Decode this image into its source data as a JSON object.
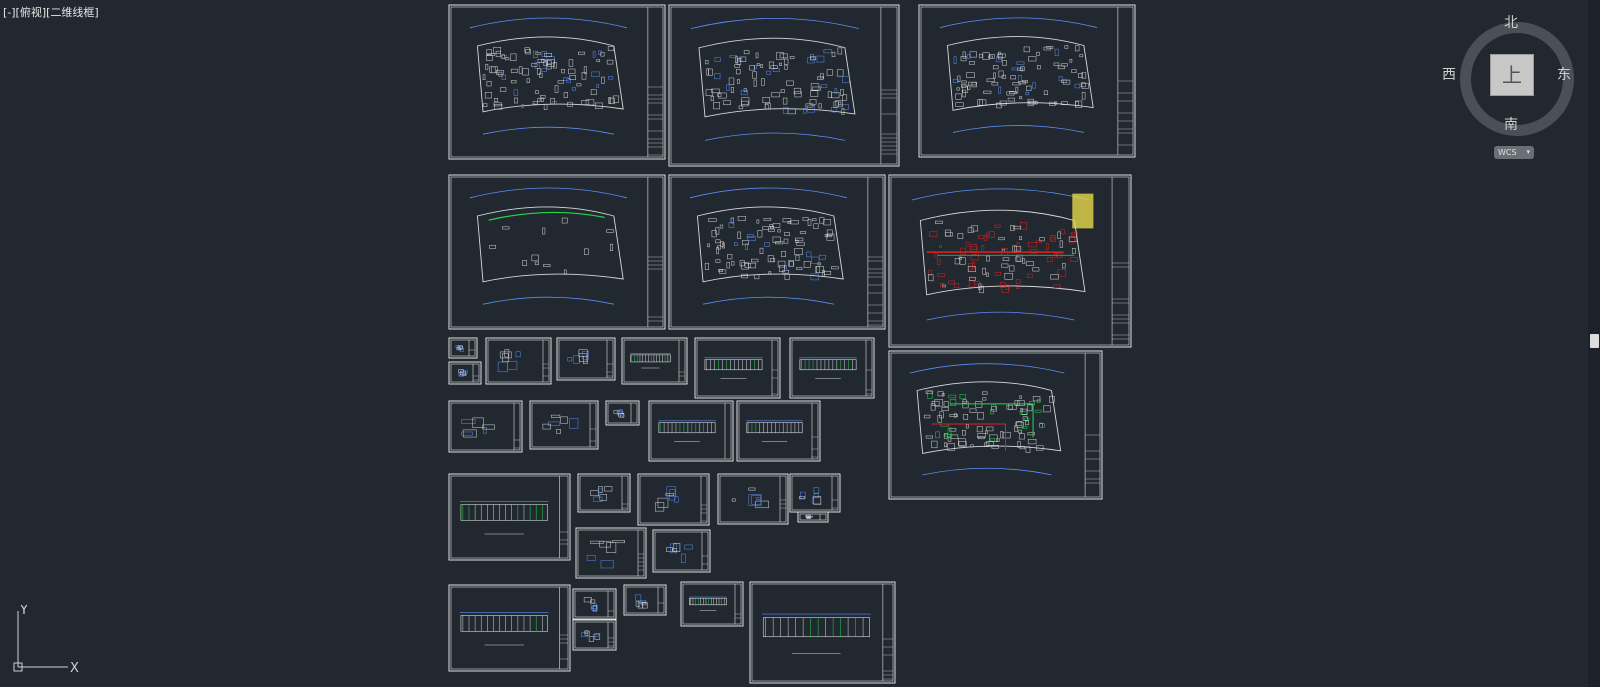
{
  "viewport": {
    "label": "[-][俯视][二维线框]"
  },
  "viewcube": {
    "top_face": "上",
    "north": "北",
    "south": "南",
    "west": "西",
    "east": "东",
    "wcs_label": "WCS",
    "wcs_chevron": "▾"
  },
  "ucs": {
    "x_label": "X",
    "y_label": "Y"
  },
  "colors": {
    "background": "#212830",
    "sheet_border": "#e0e0e0",
    "line_blue": "#5b8ef5",
    "line_green": "#22d84a",
    "line_red": "#e12020",
    "line_white": "#d8d8d8"
  }
}
